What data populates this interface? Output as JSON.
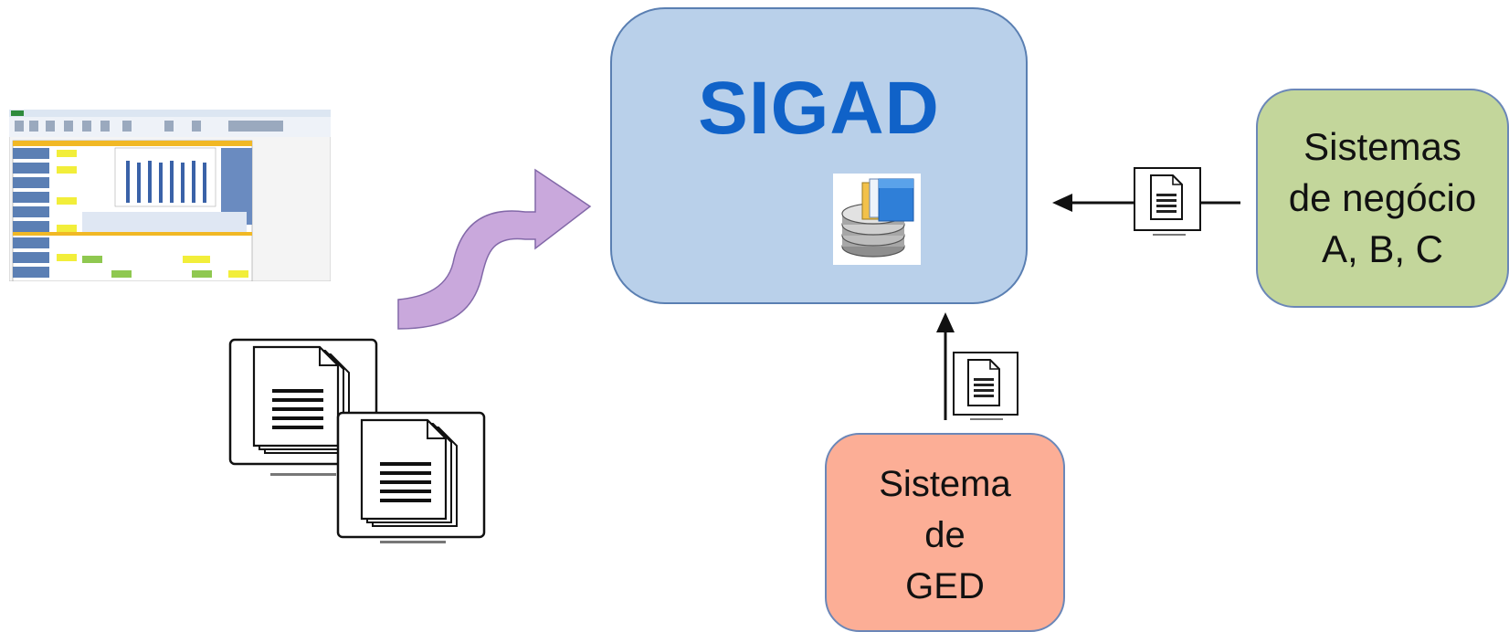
{
  "sigad": {
    "title": "SIGAD"
  },
  "business_systems": {
    "line1": "Sistemas",
    "line2": "de negócio",
    "line3": "A, B, C"
  },
  "ged_system": {
    "line1": "Sistema",
    "line2": "de",
    "line3": "GED"
  },
  "colors": {
    "sigad_fill": "#b9d0ea",
    "sigad_text": "#1062c8",
    "business_fill": "#c3d69b",
    "ged_fill": "#fcae96",
    "curved_arrow_fill": "#c9a8dc"
  },
  "icons": [
    "spreadsheet-thumbnail",
    "document-stack-icon",
    "database-icon",
    "document-icon",
    "curved-arrow"
  ]
}
